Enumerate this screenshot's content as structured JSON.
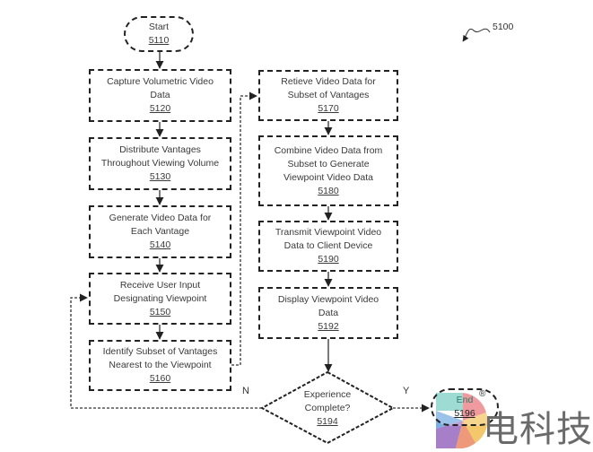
{
  "figure": {
    "reference": "5100"
  },
  "start": {
    "label": "Start",
    "number": "5110"
  },
  "steps": [
    {
      "lines": [
        "Capture Volumetric Video",
        "Data"
      ],
      "number": "5120"
    },
    {
      "lines": [
        "Distribute Vantages",
        "Throughout Viewing Volume"
      ],
      "number": "5130"
    },
    {
      "lines": [
        "Generate Video Data for",
        "Each Vantage"
      ],
      "number": "5140"
    },
    {
      "lines": [
        "Receive User Input",
        "Designating Viewpoint"
      ],
      "number": "5150"
    },
    {
      "lines": [
        "Identify Subset of Vantages",
        "Nearest to the Viewpoint"
      ],
      "number": "5160"
    },
    {
      "lines": [
        "Retieve Video Data for",
        "Subset of Vantages"
      ],
      "number": "5170"
    },
    {
      "lines": [
        "Combine Video Data from",
        "Subset to Generate",
        "Viewpoint Video Data"
      ],
      "number": "5180"
    },
    {
      "lines": [
        "Transmit Viewpoint Video",
        "Data to Client Device"
      ],
      "number": "5190"
    },
    {
      "lines": [
        "Display Viewpoint Video",
        "Data"
      ],
      "number": "5192"
    }
  ],
  "decision": {
    "lines": [
      "Experience",
      "Complete?"
    ],
    "number": "5194",
    "no_label": "N",
    "yes_label": "Y"
  },
  "end": {
    "label": "End",
    "number": "5196"
  },
  "watermark": {
    "text": "电科技",
    "symbol": "®"
  }
}
